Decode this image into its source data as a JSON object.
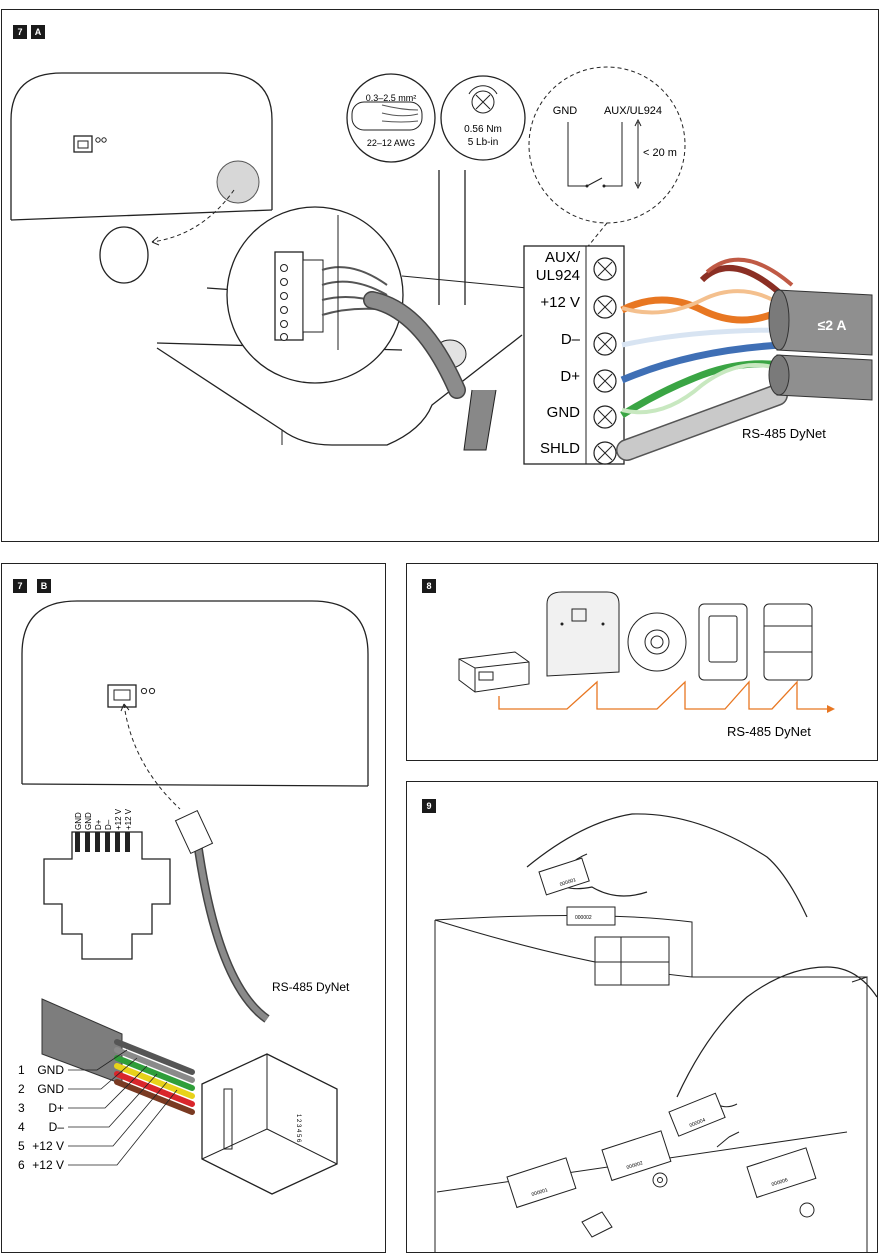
{
  "panel_7a": {
    "step": "7",
    "sub": "A",
    "wire_size_mm": "0.3–2.5 mm²",
    "wire_size_awg": "22–12 AWG",
    "torque_nm": "0.56 Nm",
    "torque_lbin": "5 Lb-in",
    "aux_gnd": "GND",
    "aux_label": "AUX/UL924",
    "aux_length": "< 20 m",
    "terminals": [
      "AUX/",
      "UL924",
      "+12 V",
      "D–",
      "D+",
      "GND",
      "SHLD"
    ],
    "current_limit": "≤2 A",
    "cable_label": "RS-485 DyNet"
  },
  "panel_7b": {
    "step": "7",
    "sub": "B",
    "jack_pins": [
      "GND",
      "GND",
      "D+",
      "D–",
      "+12 V",
      "+12 V"
    ],
    "cable_label": "RS-485 DyNet",
    "pinout": [
      {
        "num": "1",
        "label": "GND",
        "color": "#555555"
      },
      {
        "num": "2",
        "label": "GND",
        "color": "#8a8a8a"
      },
      {
        "num": "3",
        "label": "D+",
        "color": "#2f9e3a"
      },
      {
        "num": "4",
        "label": "D–",
        "color": "#e8d21a"
      },
      {
        "num": "5",
        "label": "+12 V",
        "color": "#d9262b"
      },
      {
        "num": "6",
        "label": "+12 V",
        "color": "#7a3a22"
      }
    ],
    "plug_numbers": "1 2 3 4 5 6"
  },
  "panel_8": {
    "step": "8",
    "bus_label": "RS-485 DyNet",
    "accent": "#e87722"
  },
  "panel_9": {
    "step": "9",
    "labels": [
      "000001",
      "000002",
      "000004",
      "000005",
      "000006"
    ]
  },
  "colors": {
    "orange": "#e87722",
    "blue": "#3f6fb5",
    "green": "#3aa544",
    "brown": "#8b2f24",
    "cable_grey": "#9a9a9a"
  }
}
